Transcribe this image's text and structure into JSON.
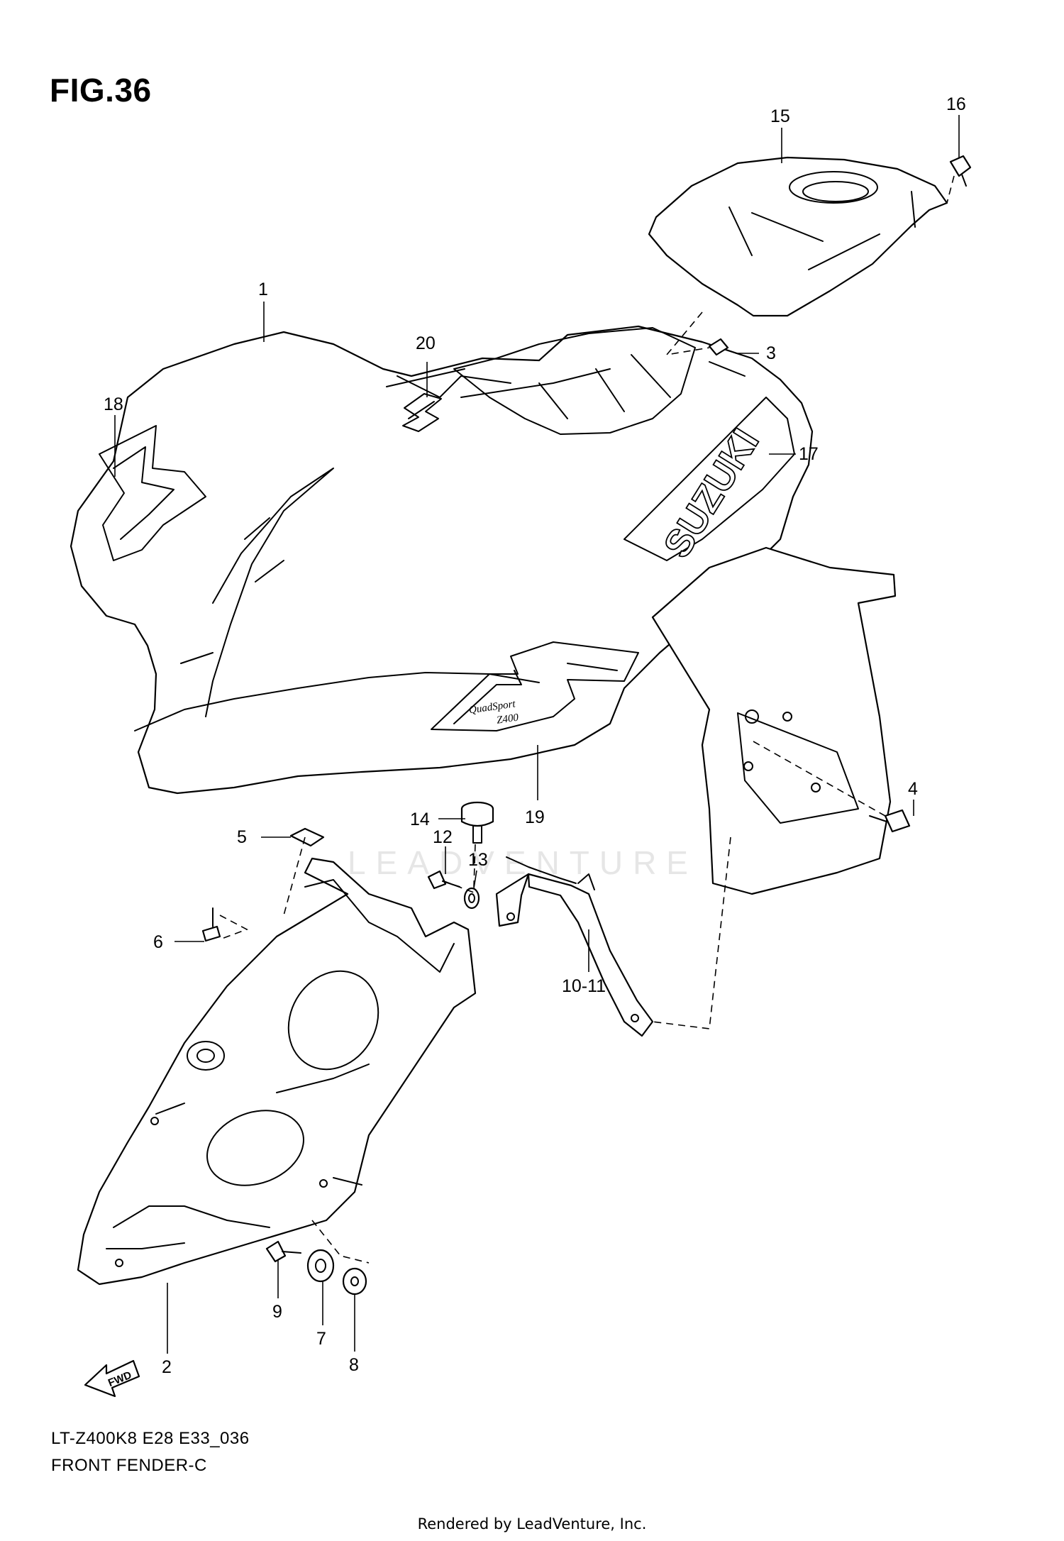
{
  "figure": {
    "title": "FIG.36"
  },
  "callouts": {
    "c1": "1",
    "c2": "2",
    "c3": "3",
    "c4": "4",
    "c5": "5",
    "c6": "6",
    "c7": "7",
    "c8": "8",
    "c9": "9",
    "c10_11": "10-11",
    "c12": "12",
    "c13": "13",
    "c14": "14",
    "c15": "15",
    "c16": "16",
    "c17": "17",
    "c18": "18",
    "c19": "19",
    "c20": "20"
  },
  "decals": {
    "brand": "SUZUKI",
    "badge_line1": "QuadSport",
    "badge_line2": "Z400"
  },
  "fwd_marker": "FWD",
  "watermark": "LEADVENTURE",
  "footer": {
    "code": "LT-Z400K8 E28 E33_036",
    "name": "FRONT FENDER-C",
    "rendered_by": "Rendered by LeadVenture, Inc."
  }
}
